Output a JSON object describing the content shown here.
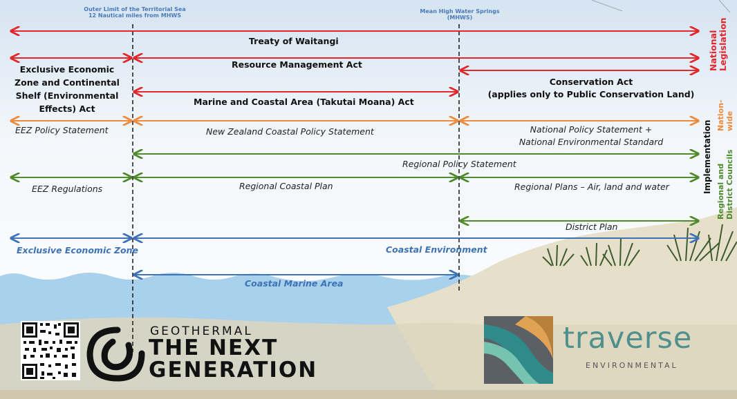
{
  "headers": {
    "outer_limit": [
      "Outer Limit of the Territorial Sea",
      "12 Nautical miles from MHWS"
    ],
    "mhws": [
      "Mean High Water Springs",
      "(MHWS)"
    ]
  },
  "acts": {
    "treaty": "Treaty of Waitangi",
    "rma": "Resource Management Act",
    "eez_act": [
      "Exclusive Economic",
      "Zone and Continental",
      "Shelf (Environmental",
      "Effects) Act"
    ],
    "conservation": [
      "Conservation Act",
      "(applies only to Public Conservation Land)"
    ],
    "marine_coastal": "Marine and Coastal Area (Takutai Moana) Act"
  },
  "policies": {
    "eez_policy": "EEZ Policy Statement",
    "nzcps": "New Zealand Coastal Policy Statement",
    "nps": [
      "National Policy Statement +",
      "National Environmental Standard"
    ],
    "rps": "Regional Policy Statement",
    "eez_regs": "EEZ Regulations",
    "rcp": "Regional Coastal Plan",
    "regional_plans": "Regional Plans – Air, land and water",
    "district_plan": "District Plan"
  },
  "zones": {
    "eez": "Exclusive Economic Zone",
    "coastal_env": "Coastal Environment",
    "cma": "Coastal Marine Area"
  },
  "side_labels": {
    "national": [
      "National",
      "Legislation"
    ],
    "nationwide": [
      "Nation-",
      "wide"
    ],
    "implementation": "Implementation",
    "regional": [
      "Regional and",
      "District Councils"
    ]
  },
  "logos": {
    "geo_small": "GEOTHERMAL",
    "geo_big1": "THE NEXT",
    "geo_big2": "GENERATION",
    "traverse": "traverse",
    "traverse_sub": "ENVIRONMENTAL"
  },
  "colors": {
    "national": "#e3262b",
    "nationwide": "#ee8a3c",
    "regional": "#4e8a2c",
    "zone": "#3d73b6"
  }
}
